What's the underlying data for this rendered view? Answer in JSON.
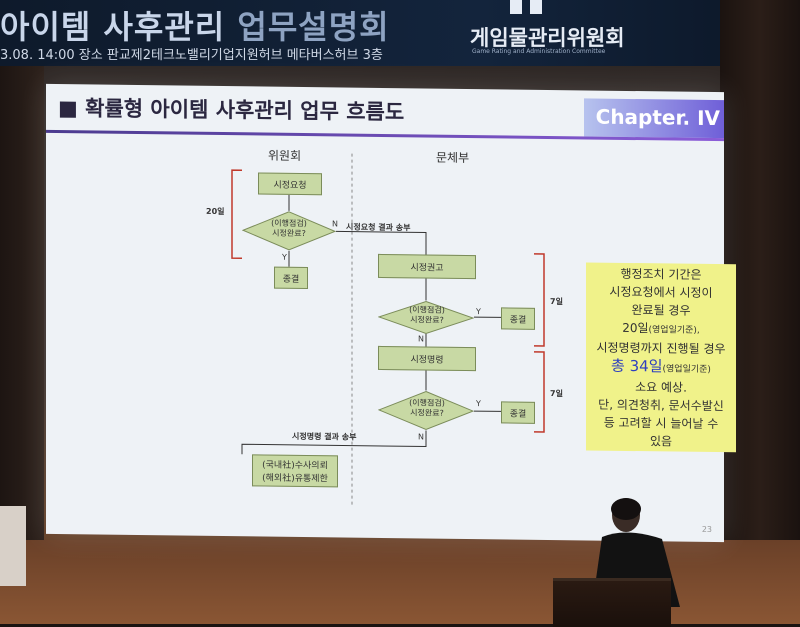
{
  "banner": {
    "title_left": "아이템 사후관리",
    "title_right": "업무설명회",
    "info": "3.08. 14:00   장소  판교제2테크노밸리기업지원허브 메타버스허브 3층",
    "org_name": "게임물관리위원회",
    "org_sub": "Game Rating and Administration Committee"
  },
  "slide": {
    "title": "■ 확률형 아이템 사후관리 업무 흐름도",
    "chapter": "Chapter. IV",
    "col_committee": "위원회",
    "col_ministry": "문체부",
    "box_request": "시정요청",
    "diamond1": "(이행점검)\n시정완료?",
    "box_done1": "종결",
    "label_20": "20일",
    "label_n1": "N",
    "label_y1": "Y",
    "arrow_result1": "시정요청 결과 송부",
    "box_advise": "시정권고",
    "diamond2": "(이행점검)\n시정완료?",
    "label_y2": "Y",
    "label_n2": "N",
    "box_done2": "종결",
    "label_7a": "7일",
    "box_order": "시정명령",
    "diamond3": "(이행점검)\n시정완료?",
    "label_y3": "Y",
    "label_n3": "N",
    "box_done3": "종결",
    "label_7b": "7일",
    "arrow_result2": "시정명령 결과 송부",
    "box_final_1": "(국내社)수사의뢰",
    "box_final_2": "(해외社)유통제한",
    "page": "23"
  },
  "note": {
    "l1": "행정조치 기간은",
    "l2": "시정요청에서 시정이",
    "l3": "완료될 경우",
    "l4": "20일",
    "l4b": "(영업일기준),",
    "l5": "시정명령까지 진행될 경우",
    "l6": "총 34일",
    "l6b": "(영업일기준)",
    "l7": "소요 예상.",
    "l8": "단, 의견청취, 문서수발신",
    "l9": "등 고려할 시 늘어날 수",
    "l10": "있음"
  }
}
